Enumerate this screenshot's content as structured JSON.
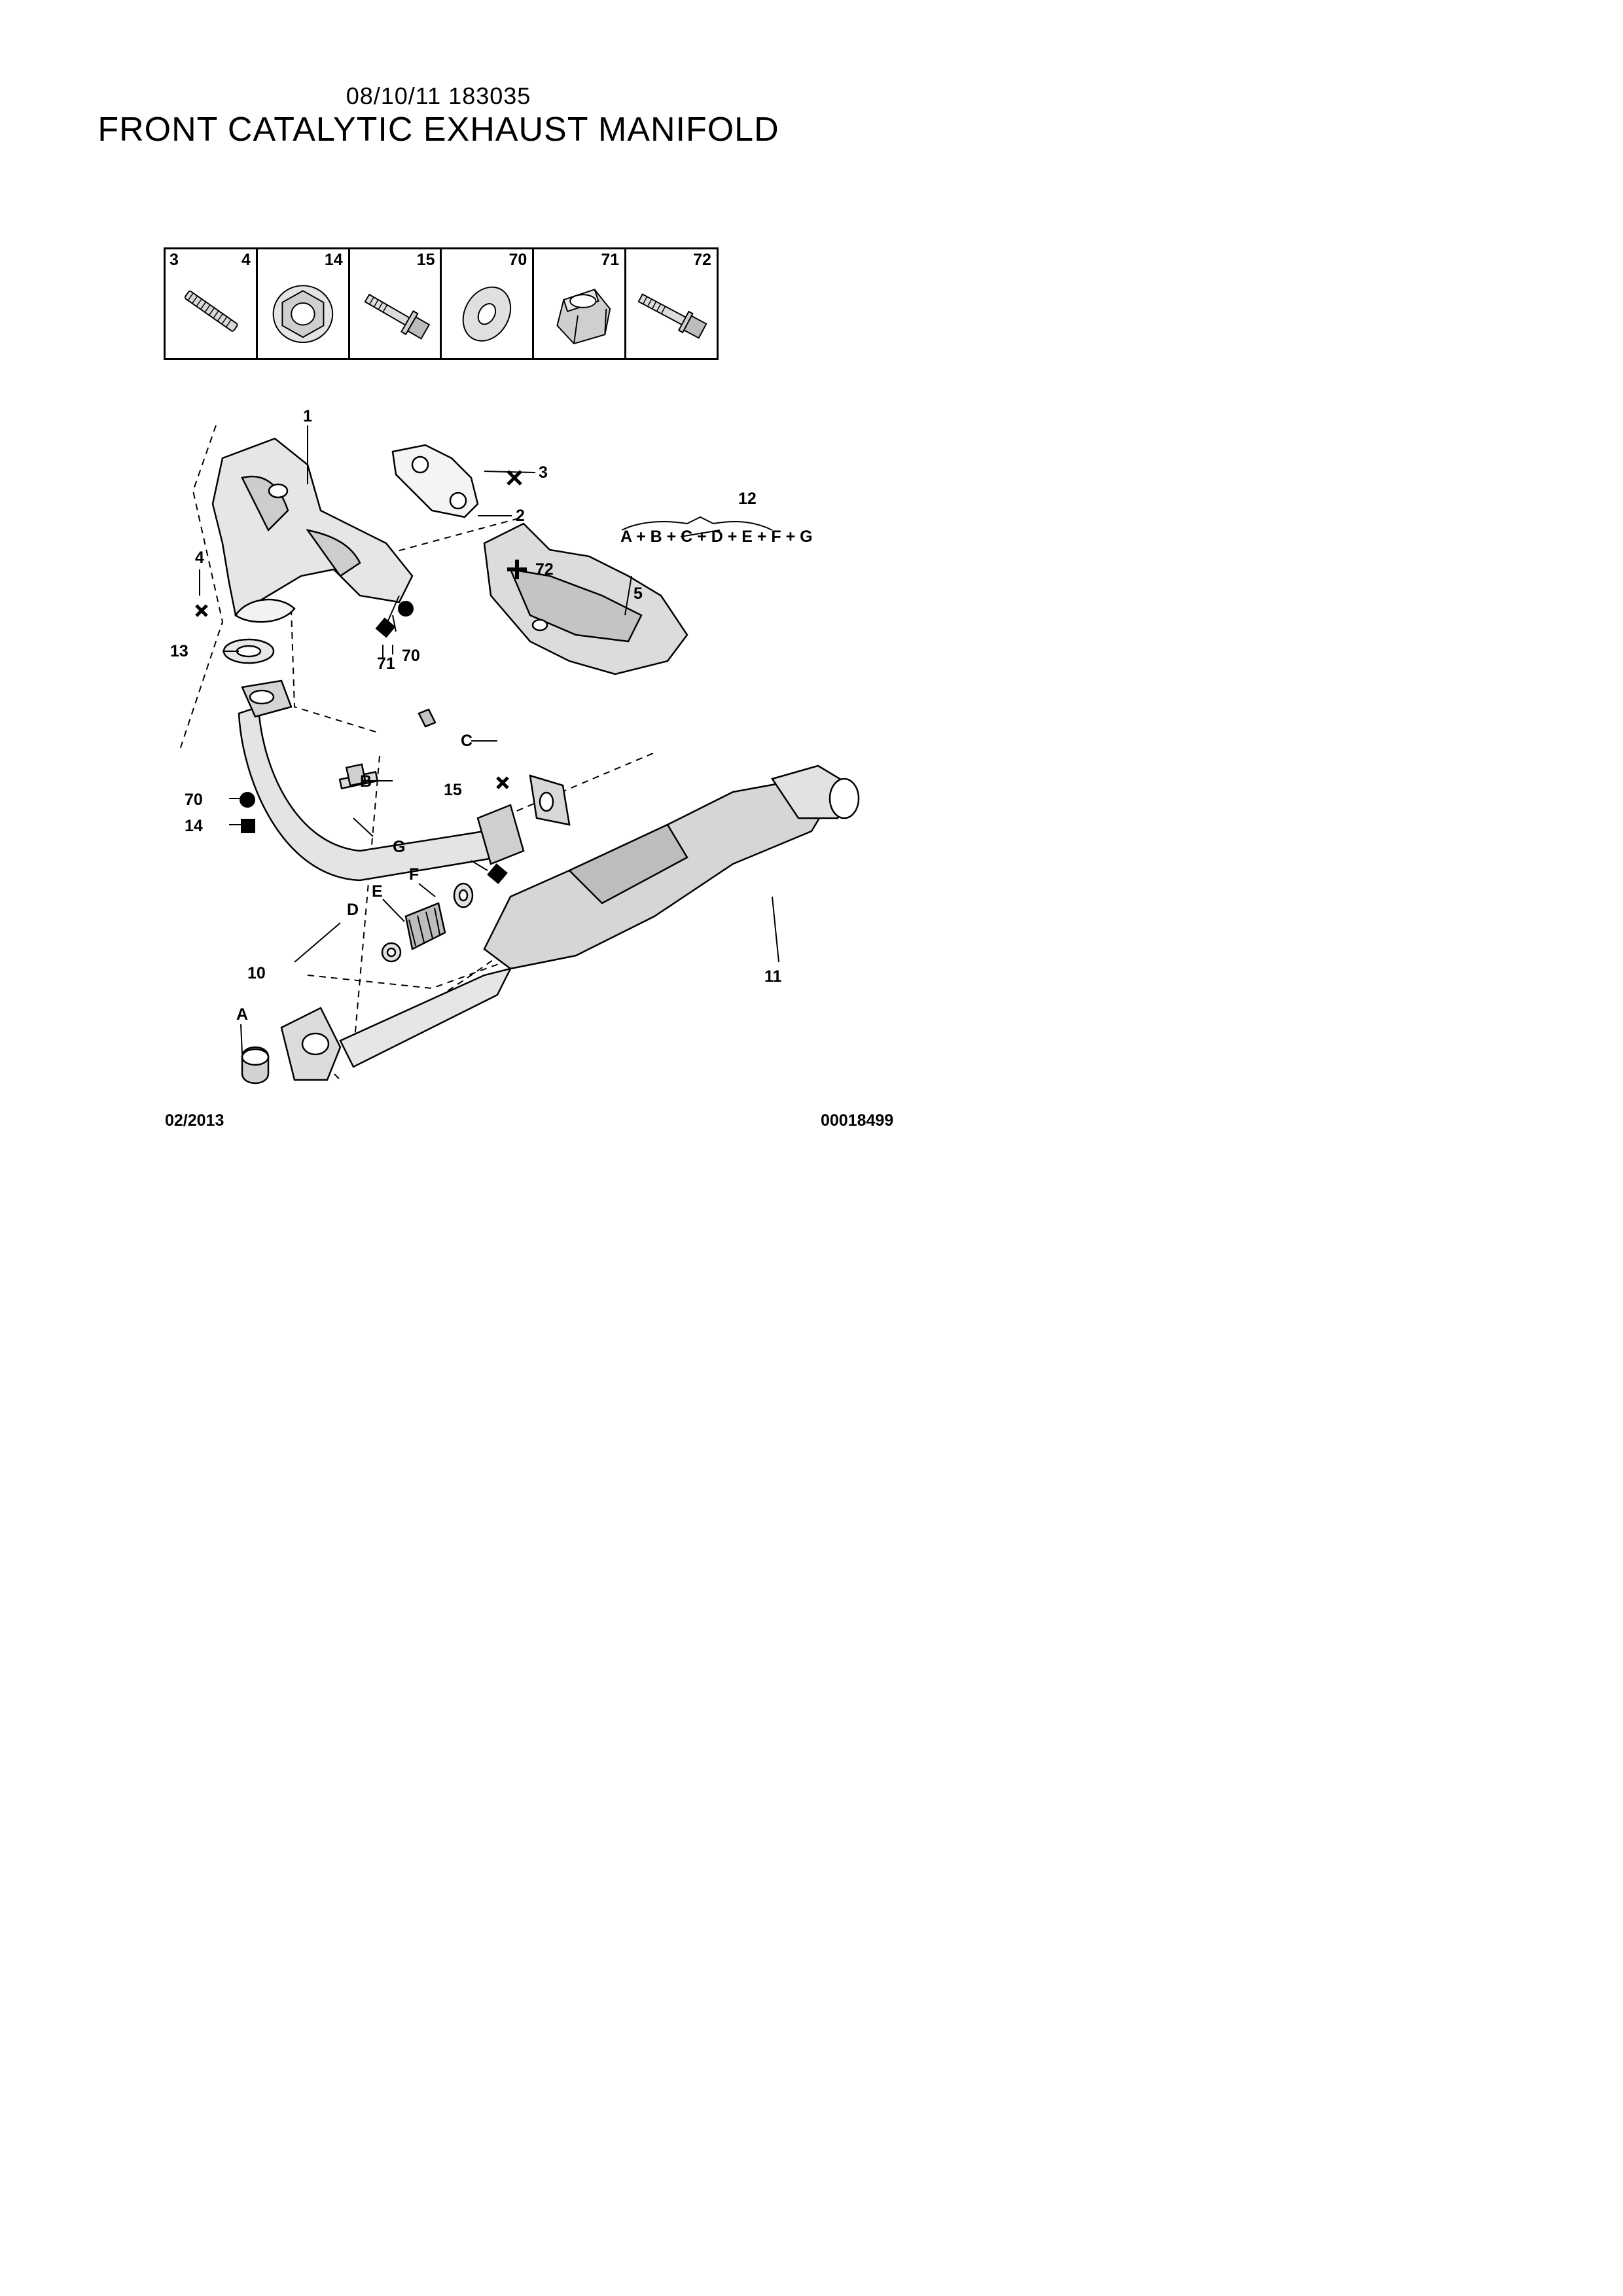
{
  "header": {
    "date_code": "08/10/11 183035",
    "title": "FRONT CATALYTIC EXHAUST MANIFOLD"
  },
  "legend": {
    "cells": [
      {
        "left": "3",
        "right": "4",
        "icon": "stud-icon"
      },
      {
        "right": "14",
        "icon": "flange-nut-icon"
      },
      {
        "right": "15",
        "icon": "flange-bolt-icon"
      },
      {
        "right": "70",
        "icon": "washer-icon"
      },
      {
        "right": "71",
        "icon": "hex-nut-icon"
      },
      {
        "right": "72",
        "icon": "bolt-icon"
      }
    ]
  },
  "diagram": {
    "callouts": {
      "c1": "1",
      "c2": "2",
      "c3": "3",
      "c4": "4",
      "c5": "5",
      "c10": "10",
      "c11": "11",
      "c12": "12",
      "c13": "13",
      "c14": "14",
      "c15": "15",
      "c70a": "70",
      "c70b": "70",
      "c71": "71",
      "c72": "72",
      "kA": "A",
      "kB": "B",
      "kC": "C",
      "kD": "D",
      "kE": "E",
      "kF": "F",
      "kG": "G"
    },
    "kit_formula": "A + B + C + D + E + F + G"
  },
  "footer": {
    "date": "02/2013",
    "reference": "00018499"
  }
}
